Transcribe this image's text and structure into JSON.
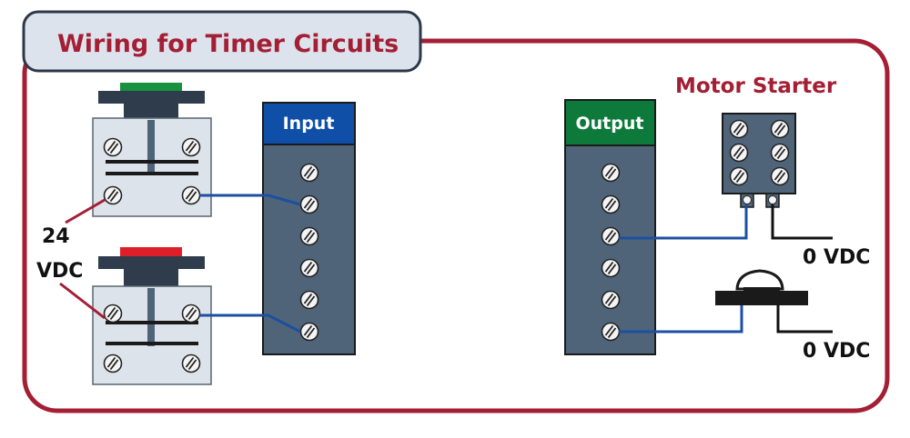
{
  "title": "Wiring for Timer Circuits",
  "motor_starter_label": "Motor Starter",
  "input_label": "Input",
  "output_label": "Output",
  "voltage_label_line1": "24",
  "voltage_label_line2": "VDC",
  "zero_vdc_label_1": "0 VDC",
  "zero_vdc_label_2": "0 VDC",
  "colors": {
    "frame": "#a41e34",
    "title_box_fill": "#dce3ec",
    "title_box_border": "#2c3848",
    "terminal_block": "#4f6478",
    "input_header": "#0f4fa8",
    "output_header": "#0d7a3c",
    "wire": "#1d4fa0",
    "leader": "#a41e34",
    "switch_body": "#dde3ea",
    "green_button": "#18923f",
    "red_button": "#dd1f2a",
    "dark": "#2e3c4c"
  },
  "icons": [
    "screw-icon",
    "pushbutton-icon",
    "contact-icon",
    "coil-icon"
  ]
}
